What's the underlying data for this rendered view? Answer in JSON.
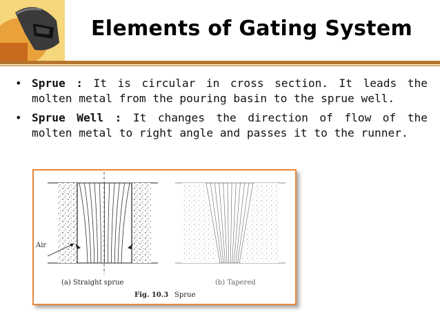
{
  "slide": {
    "title": "Elements of Gating System",
    "bullets": [
      {
        "term": "Sprue :",
        "text": "It is circular in cross section. It leads the molten metal from the pouring basin to the sprue well."
      },
      {
        "term": "Sprue Well :",
        "text": "It changes the direction of flow of the molten metal to right angle and passes it to the runner."
      }
    ]
  },
  "figure": {
    "air_label": "Air",
    "caption_a": "(a) Straight sprue",
    "caption_b": "(b) Tapered",
    "fig_number": "Fig. 10.3",
    "fig_title": "Sprue"
  },
  "colors": {
    "accent_bar": "#b5762e",
    "figure_border": "#e8873a"
  }
}
